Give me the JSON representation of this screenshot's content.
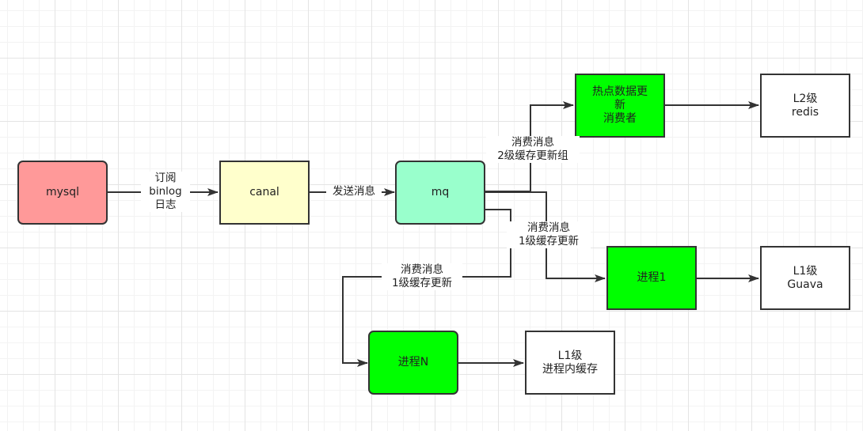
{
  "nodes": {
    "mysql": {
      "label": "mysql",
      "fill": "#ff9999"
    },
    "canal": {
      "label": "canal",
      "fill": "#ffffcc"
    },
    "mq": {
      "label": "mq",
      "fill": "#99ffcc"
    },
    "hot": {
      "label": "热点数据更\n新\n消费者",
      "fill": "#00ff00"
    },
    "l2": {
      "label": "L2级\nredis",
      "fill": "#ffffff"
    },
    "proc1": {
      "label": "进程1",
      "fill": "#00ff00"
    },
    "l1a": {
      "label": "L1级\nGuava",
      "fill": "#ffffff"
    },
    "procN": {
      "label": "进程N",
      "fill": "#00ff00"
    },
    "l1b": {
      "label": "L1级\n进程内缓存",
      "fill": "#ffffff"
    }
  },
  "edges": {
    "mysql_canal": {
      "label": "订阅\nbinlog\n日志"
    },
    "canal_mq": {
      "label": "发送消息"
    },
    "mq_hot": {
      "label": "消费消息\n2级缓存更新组"
    },
    "mq_proc1": {
      "label": "消费消息\n1级缓存更新"
    },
    "mq_procN": {
      "label": "消费消息\n1级缓存更新"
    },
    "hot_l2": {
      "label": ""
    },
    "proc1_l1a": {
      "label": ""
    },
    "procN_l1b": {
      "label": ""
    }
  },
  "colors": {
    "stroke": "#333333",
    "arrow": "#333333"
  }
}
